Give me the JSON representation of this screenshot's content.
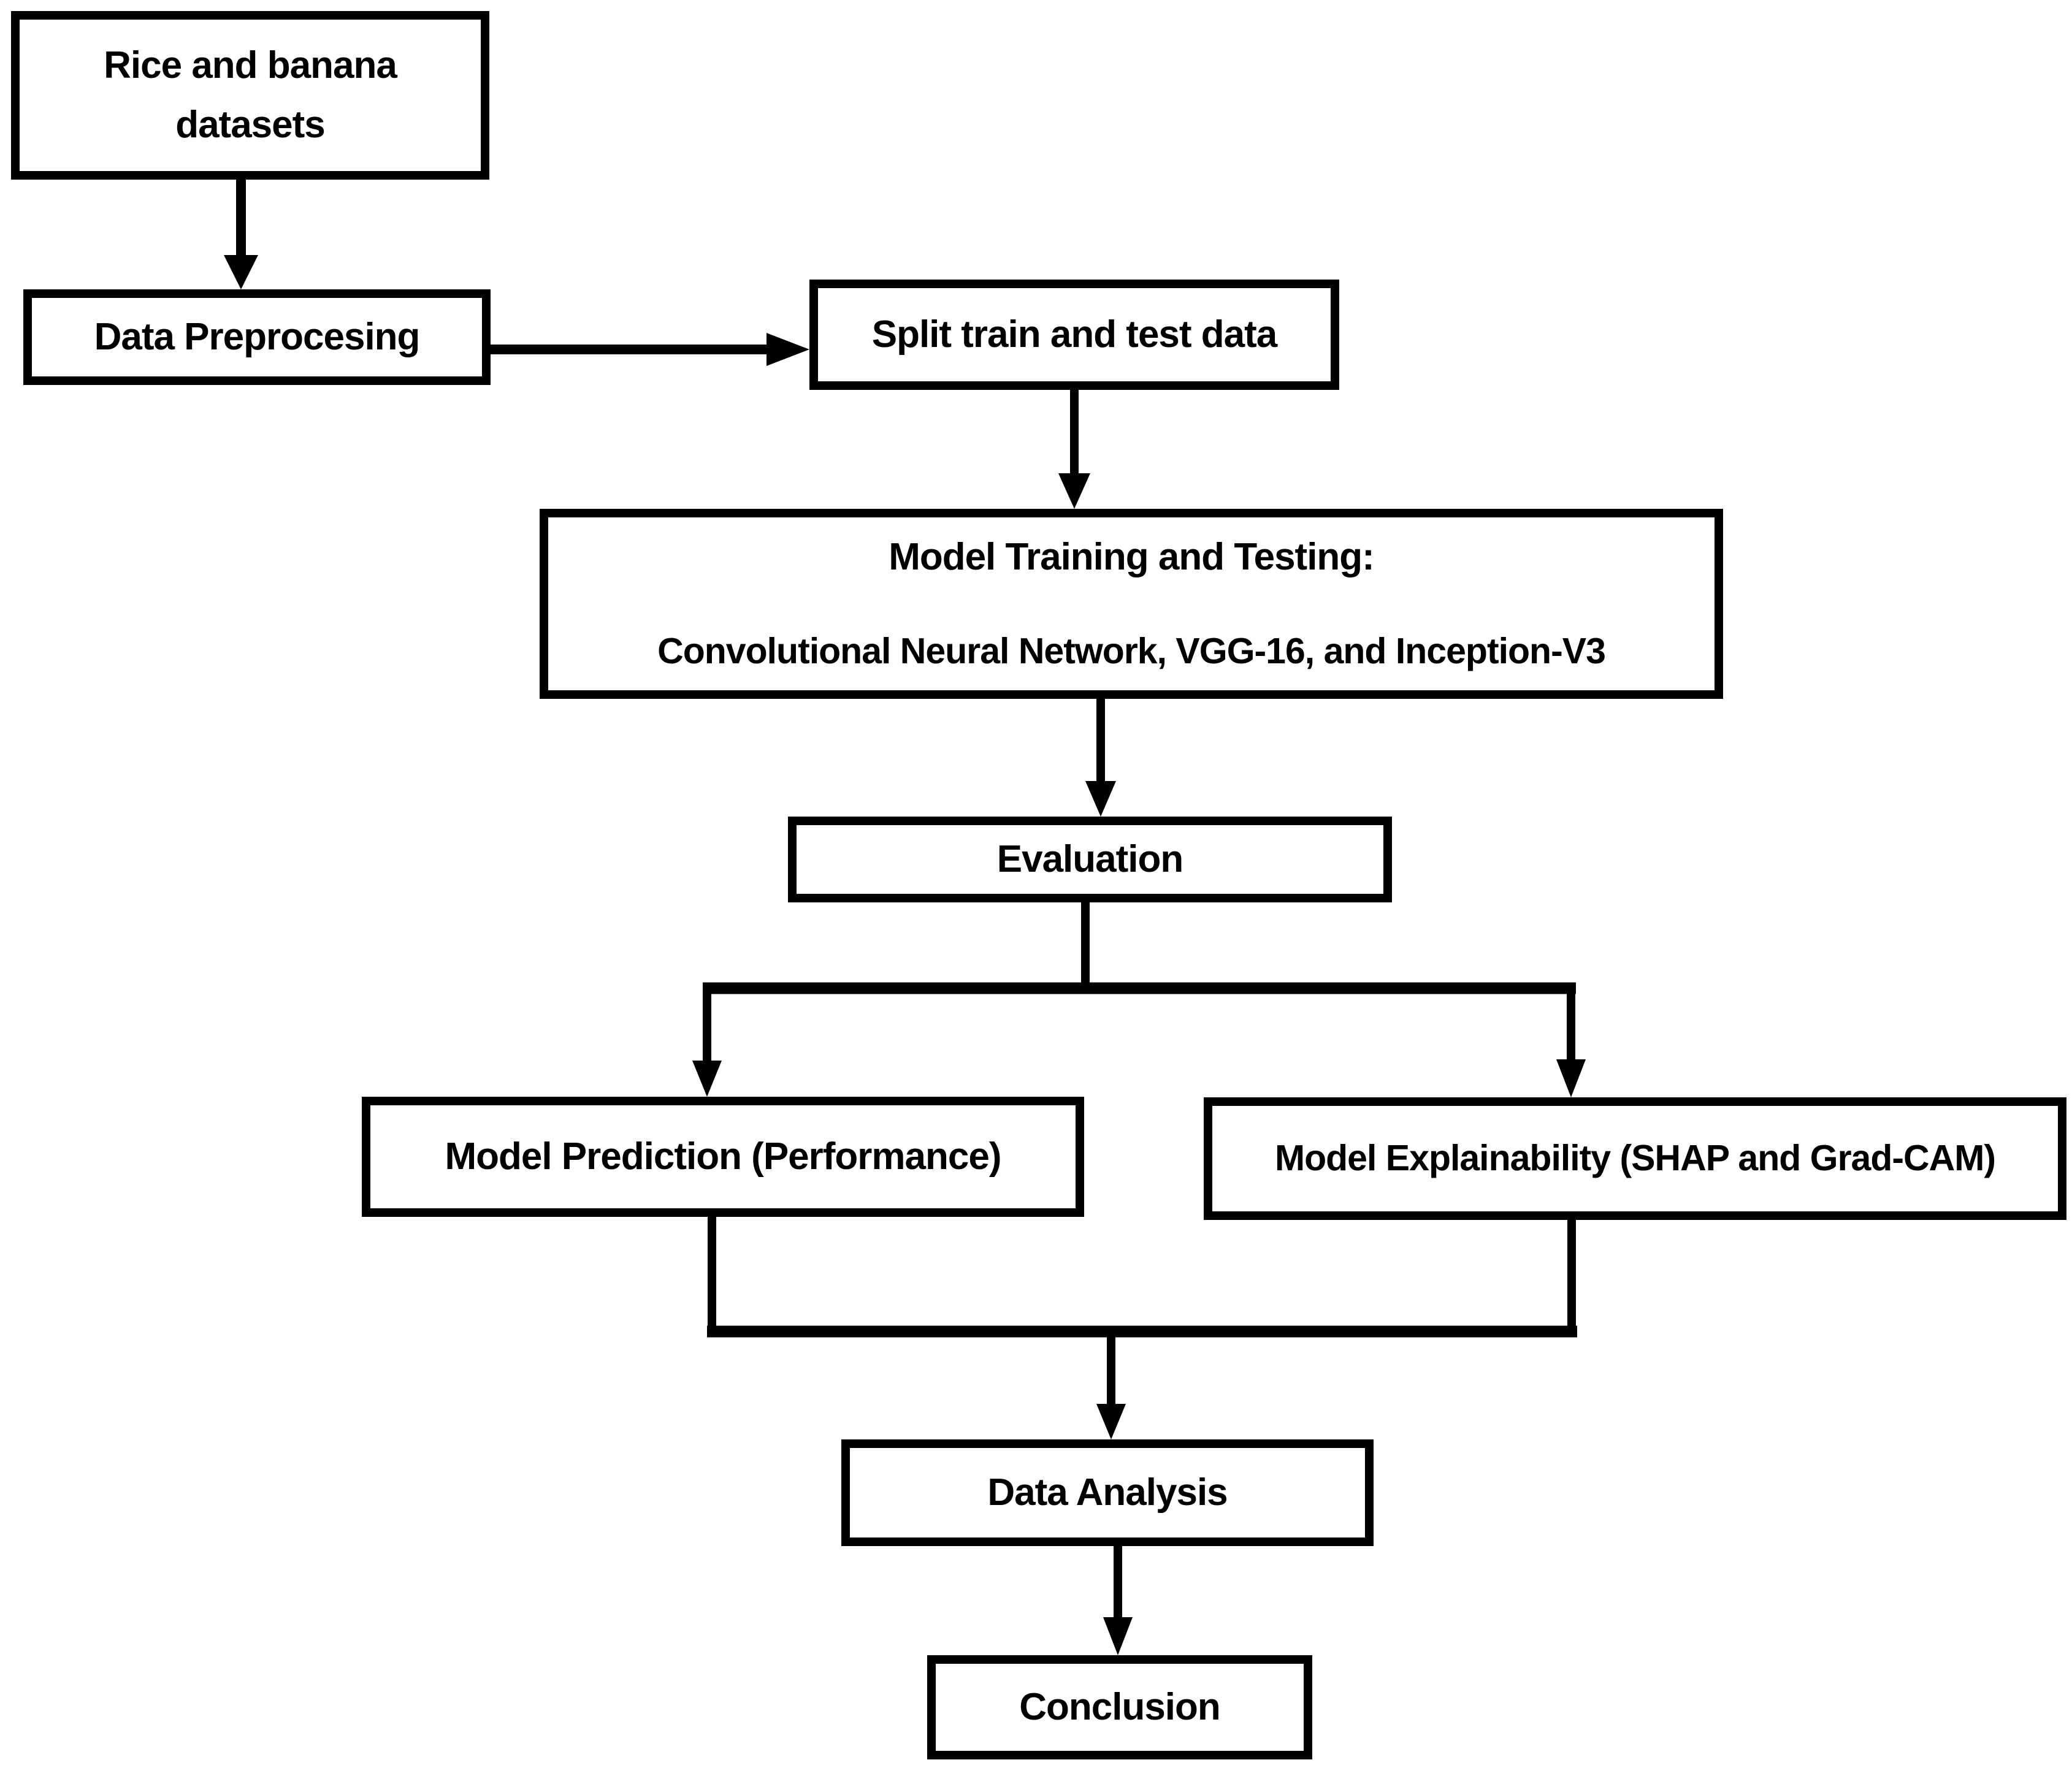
{
  "diagram": {
    "type": "flowchart",
    "colors": {
      "ink": "#000000",
      "background": "#ffffff",
      "node_fill": "#ffffff"
    },
    "nodes": {
      "rice_banana_datasets": {
        "lines": [
          "Rice and banana",
          "datasets"
        ]
      },
      "data_preprocessing": {
        "label": "Data Preprocesing"
      },
      "split_train_test": {
        "label": "Split train and test data"
      },
      "model_training_testing": {
        "lines": [
          "Model Training and Testing:",
          "Convolutional Neural Network, VGG-16, and Inception-V3"
        ]
      },
      "evaluation": {
        "label": "Evaluation"
      },
      "model_prediction": {
        "label": "Model Prediction (Performance)"
      },
      "model_explainability": {
        "label": "Model Explainability (SHAP and Grad-CAM)"
      },
      "data_analysis": {
        "label": "Data Analysis"
      },
      "conclusion": {
        "label": "Conclusion"
      }
    },
    "edges": [
      {
        "from": "rice_banana_datasets",
        "to": "data_preprocessing"
      },
      {
        "from": "data_preprocessing",
        "to": "split_train_test"
      },
      {
        "from": "split_train_test",
        "to": "model_training_testing"
      },
      {
        "from": "model_training_testing",
        "to": "evaluation"
      },
      {
        "from": "evaluation",
        "to": "model_prediction"
      },
      {
        "from": "evaluation",
        "to": "model_explainability"
      },
      {
        "from": "model_prediction",
        "to": "data_analysis"
      },
      {
        "from": "model_explainability",
        "to": "data_analysis"
      },
      {
        "from": "data_analysis",
        "to": "conclusion"
      }
    ]
  }
}
